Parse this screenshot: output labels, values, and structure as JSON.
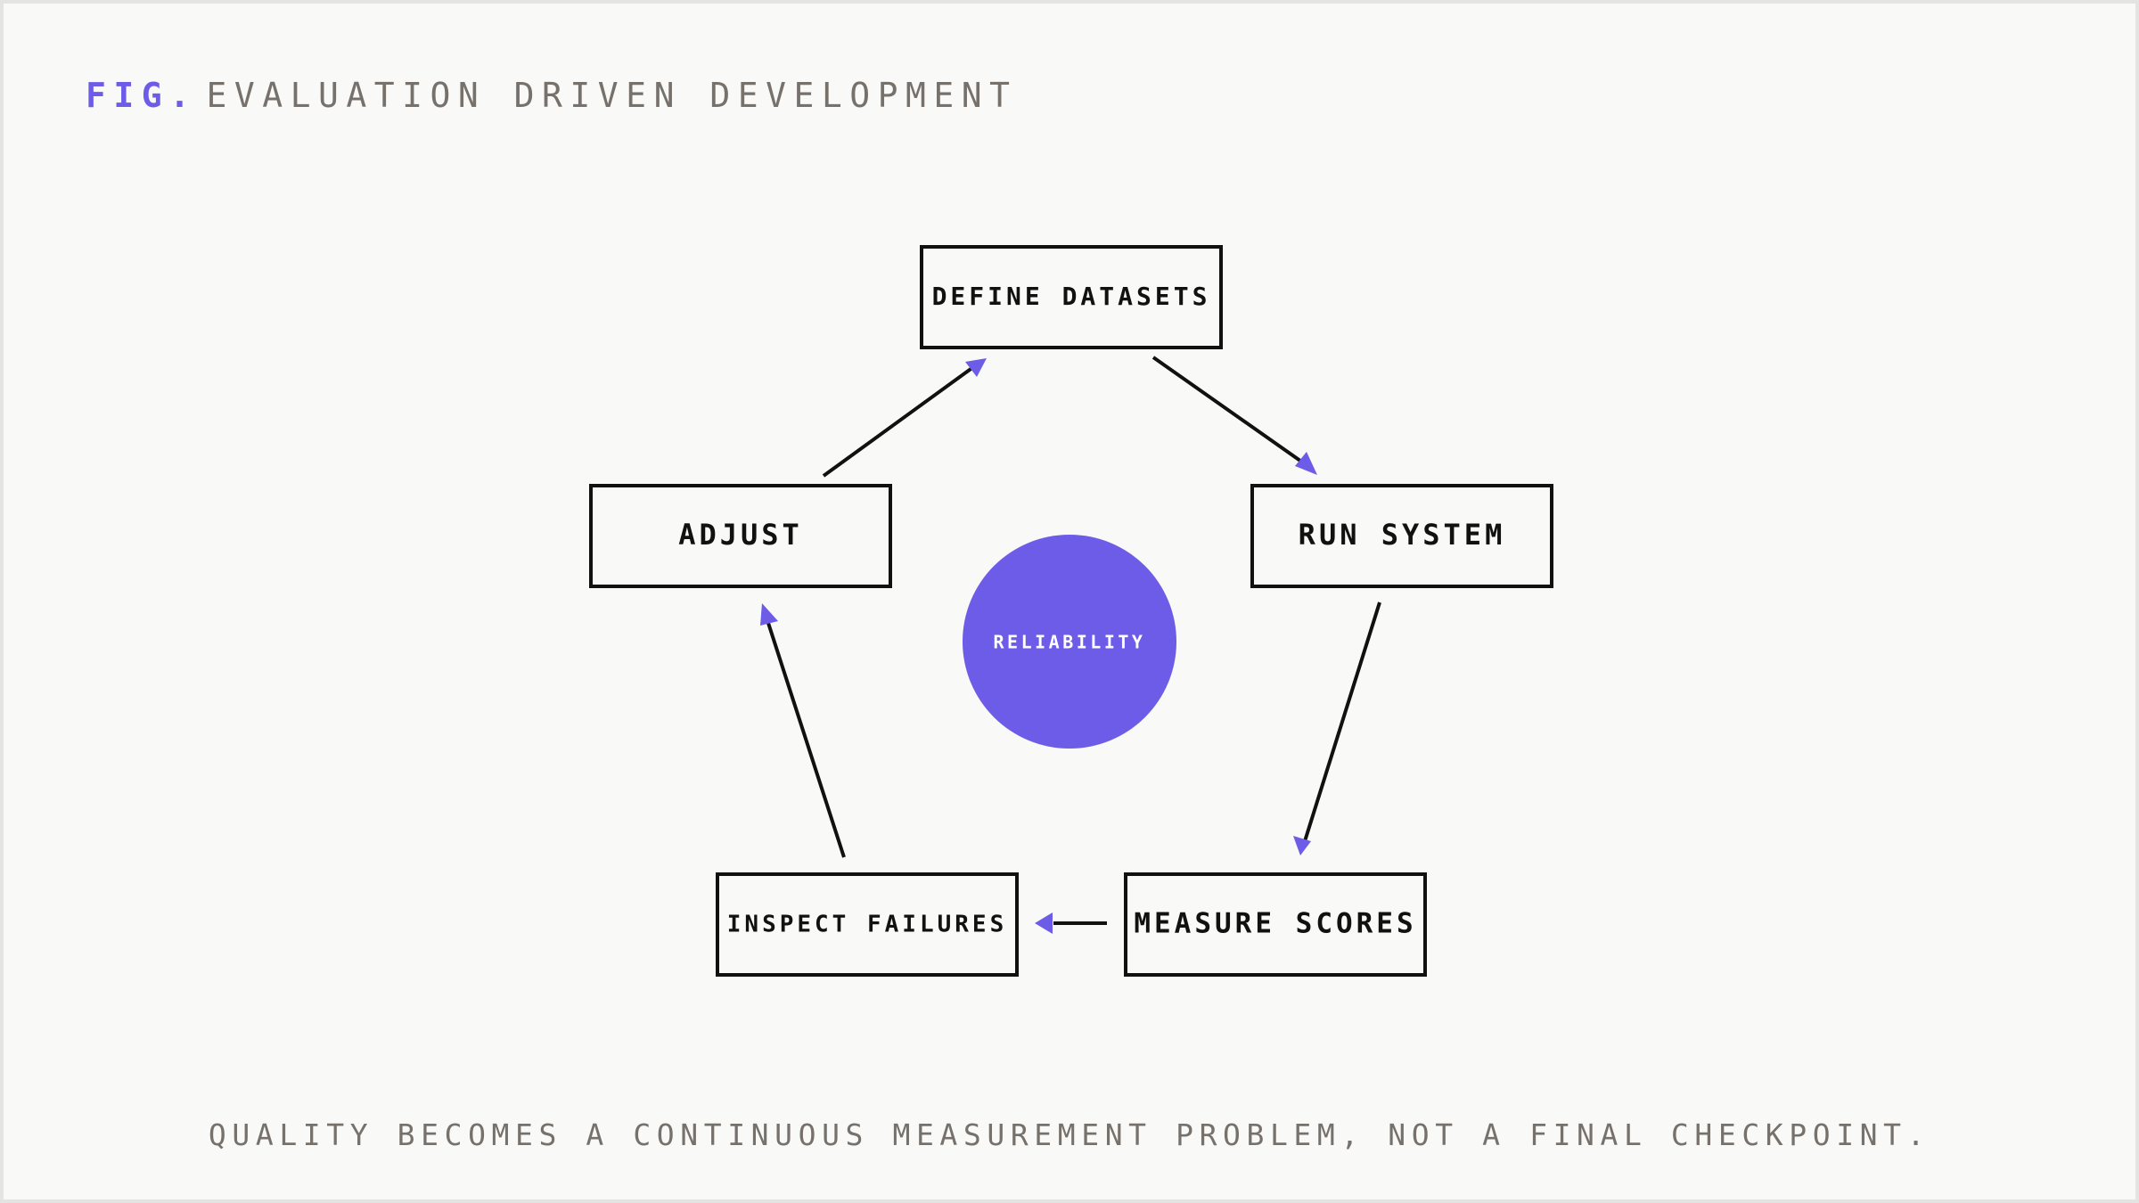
{
  "figure": {
    "prefix": "FIG.",
    "title": "EVALUATION DRIVEN DEVELOPMENT",
    "caption": "QUALITY BECOMES A CONTINUOUS MEASUREMENT PROBLEM, NOT A FINAL CHECKPOINT."
  },
  "diagram": {
    "hub_label": "RELIABILITY",
    "nodes": {
      "define": "DEFINE DATASETS",
      "run": "RUN SYSTEM",
      "measure": "MEASURE SCORES",
      "inspect": "INSPECT FAILURES",
      "adjust": "ADJUST"
    },
    "accent_color": "#6c5ce7",
    "line_color": "#111111",
    "text_muted_color": "#77716c"
  }
}
